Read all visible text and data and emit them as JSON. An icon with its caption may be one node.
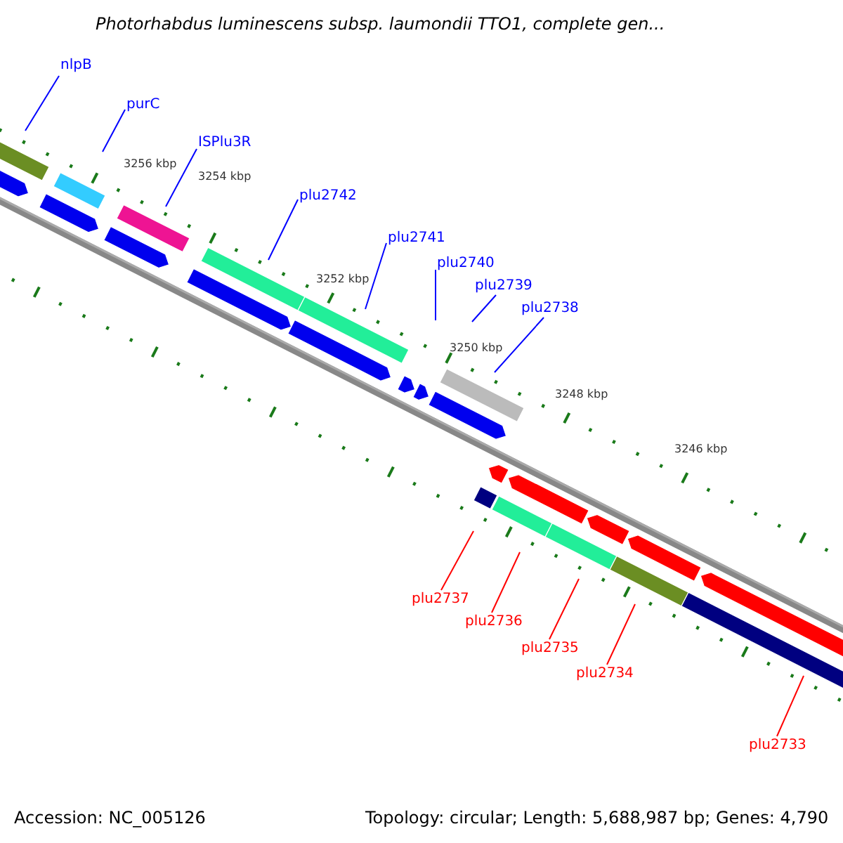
{
  "diagram": {
    "title": "Photorhabdus luminescens subsp. laumondii TTO1, complete gen...",
    "nodes": [
      {
        "text": [
          "nlpB"
        ]
      },
      {
        "text": [
          "purC"
        ]
      },
      {
        "text": [
          "ISPlu3R"
        ]
      },
      {
        "text": [
          "plu2742"
        ]
      },
      {
        "text": [
          "plu2741"
        ]
      },
      {
        "text": [
          "plu2740"
        ]
      },
      {
        "text": [
          "plu2739"
        ]
      },
      {
        "text": [
          "plu2738"
        ]
      },
      {
        "text": [
          "plu2737"
        ]
      },
      {
        "text": [
          "plu2736"
        ]
      },
      {
        "text": [
          "plu2735"
        ]
      },
      {
        "text": [
          "plu2734"
        ]
      },
      {
        "text": [
          "plu2733"
        ]
      }
    ],
    "edges": [
      {
        "from": 0,
        "to": null,
        "arrow": "none"
      },
      {
        "from": 1,
        "to": null,
        "arrow": "none"
      },
      {
        "from": 2,
        "to": null,
        "arrow": "none"
      },
      {
        "from": 3,
        "to": null,
        "arrow": "none"
      },
      {
        "from": 4,
        "to": null,
        "arrow": "none"
      },
      {
        "from": 5,
        "to": null,
        "arrow": "none"
      },
      {
        "from": 6,
        "to": null,
        "arrow": "none"
      },
      {
        "from": 7,
        "to": null,
        "arrow": "none"
      },
      {
        "from": 8,
        "to": null,
        "arrow": "none",
        "color": "#ff0000"
      },
      {
        "from": 9,
        "to": null,
        "arrow": "none",
        "color": "#ff0000"
      },
      {
        "from": 10,
        "to": null,
        "arrow": "none",
        "color": "#ff0000"
      },
      {
        "from": 11,
        "to": null,
        "arrow": "none",
        "color": "#ff0000"
      },
      {
        "from": 12,
        "to": null,
        "arrow": "none",
        "color": "#ff0000"
      }
    ],
    "labels": [
      "3256 kbp",
      "3254 kbp",
      "3252 kbp",
      "3250 kbp",
      "3248 kbp",
      "3246 kbp",
      "Accession: NC_005126",
      "Topology: circular; Length: 5,688,987 bp; Genes: 4,790"
    ]
  }
}
